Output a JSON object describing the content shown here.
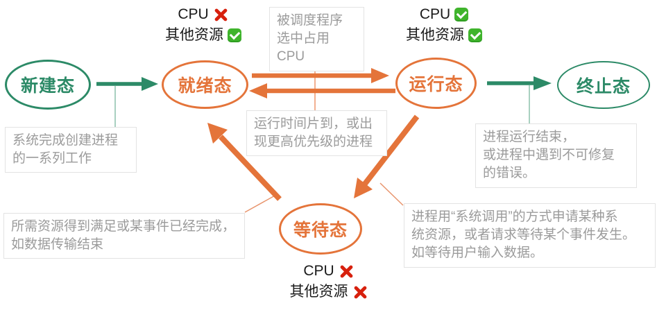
{
  "colors": {
    "teal": "#2C8A67",
    "teal_light": "#A8D0C0",
    "orange": "#E4743A",
    "orange_light": "#F2B091",
    "orange_leader": "#E8946C",
    "note_border": "#E3E3E3",
    "note_text": "#9B9B9B",
    "status_text": "#1A1A1A",
    "cross_red": "#D7200D",
    "check_green": "#3FB42C"
  },
  "states": {
    "new": {
      "label": "新建态"
    },
    "ready": {
      "label": "就绪态"
    },
    "running": {
      "label": "运行态"
    },
    "terminated": {
      "label": "终止态"
    },
    "waiting": {
      "label": "等待态"
    }
  },
  "resource_status": {
    "ready": {
      "lines": [
        {
          "text": "CPU",
          "mark": "cross"
        },
        {
          "text": "其他资源",
          "mark": "check"
        }
      ]
    },
    "running": {
      "lines": [
        {
          "text": "CPU",
          "mark": "check"
        },
        {
          "text": "其他资源",
          "mark": "check"
        }
      ]
    },
    "waiting": {
      "lines": [
        {
          "text": "CPU",
          "mark": "cross"
        },
        {
          "text": "其他资源",
          "mark": "cross"
        }
      ]
    }
  },
  "annotations": {
    "create": {
      "text": "系统完成创建进程\n的一系列工作"
    },
    "dispatch": {
      "text": "被调度程序\n选中占用CPU"
    },
    "timeslice": {
      "text": "运行时间片到，或出\n现更高优先级的进程"
    },
    "terminate": {
      "text": "进程运行结束，\n或进程中遇到不可修复\n的错误。"
    },
    "wakeup": {
      "text": "所需资源得到满足或某事件已经完成，\n如数据传输结束"
    },
    "block": {
      "text": "进程用“系统调用”的方式申请某种系\n统资源，或者请求等待某个事件发生。\n如等待用户输入数据。"
    }
  }
}
